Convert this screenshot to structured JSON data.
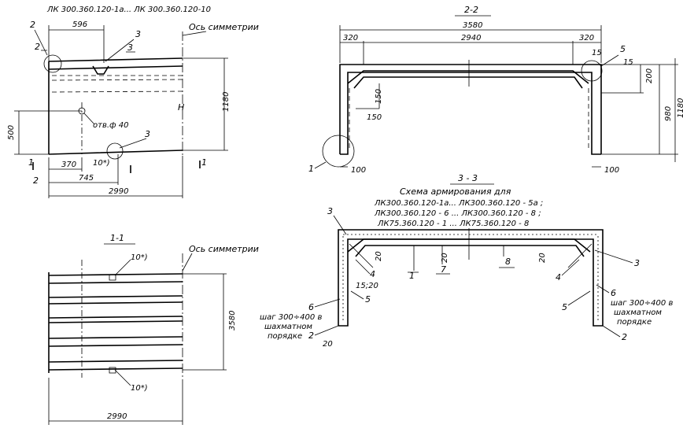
{
  "top_left": {
    "title": "ЛК 300.360.120-1а... ЛК 300.360.120-10",
    "dims": {
      "d596": "596",
      "d1180": "1180",
      "d500": "500",
      "d370": "370",
      "d745": "745",
      "d2990": "2990"
    },
    "callouts": {
      "c2a": "2",
      "c2b": "2",
      "c3a": "3",
      "c3b": "3",
      "c3c": "3",
      "c1a": "1",
      "c1b": "1",
      "c2c": "2",
      "c10": "10*)",
      "n": "Н"
    },
    "axis_label": "Ось симметрии",
    "hole_label": "отв.ф 40"
  },
  "top_right": {
    "title": "2-2",
    "dims": {
      "d3580": "3580",
      "d320a": "320",
      "d2940": "2940",
      "d320b": "320",
      "d15a": "15",
      "d15b": "15",
      "d200": "200",
      "d980": "980",
      "d1180": "1180",
      "d150a": "150",
      "d150b": "150",
      "d100a": "100",
      "d100b": "100"
    },
    "callouts": {
      "c5": "5",
      "c1": "1"
    }
  },
  "bottom_left": {
    "title": "1-1",
    "axis_label": "Ось симметрии",
    "dims": {
      "d3580": "3580",
      "d2990": "2990"
    },
    "callouts": {
      "c10a": "10*)",
      "c10b": "10*)"
    }
  },
  "bottom_right": {
    "title": "3 - 3",
    "scheme_lines": [
      "Схема армирования для",
      "ЛК300.360.120-1а... ЛК300.360.120 - 5а ;",
      "ЛК300.360.120 - 6 ... ЛК300.360.120 - 8 ;",
      "ЛК75.360.120 - 1 ... ЛК75.360.120 - 8"
    ],
    "callouts": {
      "c3a": "3",
      "c3b": "3",
      "c4a": "4",
      "c4b": "4",
      "c1": "1",
      "c7": "7",
      "c8": "8",
      "c6a": "6",
      "c6b": "6",
      "c5a": "5",
      "c5b": "5",
      "c2a": "2",
      "c2b": "2"
    },
    "dims": {
      "d20a": "20",
      "d20b": "20",
      "d20c": "20",
      "d20d": "20",
      "d1520": "15;20"
    },
    "note_left": [
      "шаг 300÷400 в",
      "шахматном",
      "порядке"
    ],
    "note_right": [
      "шаг 300÷400 в",
      "шахматном",
      "порядке"
    ]
  }
}
